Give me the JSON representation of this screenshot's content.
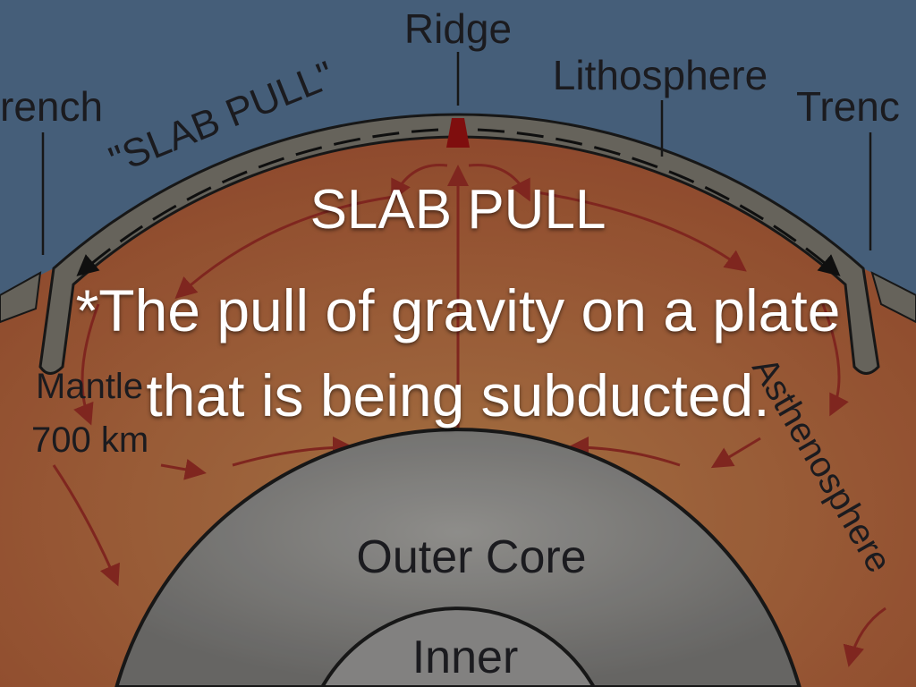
{
  "slide": {
    "title": "SLAB PULL",
    "body": "*The pull of gravity on a plate that is being subducted."
  },
  "diagram": {
    "labels": {
      "ridge": "Ridge",
      "lithosphere": "Lithosphere",
      "trench_left": "rench",
      "trench_right": "Trenc",
      "slab_pull": "\"SLAB PULL\"",
      "asthenosphere": "Asthenosphere",
      "mantle": "Mantle",
      "depth": "700 km",
      "outer_core": "Outer Core",
      "inner_core": "Inner"
    },
    "colors": {
      "sky": "#4b6784",
      "mantle": "#a55a36",
      "lithosphere": "#6f6c63",
      "core": "#8b8a88",
      "arrows": "#8a2a22"
    }
  }
}
